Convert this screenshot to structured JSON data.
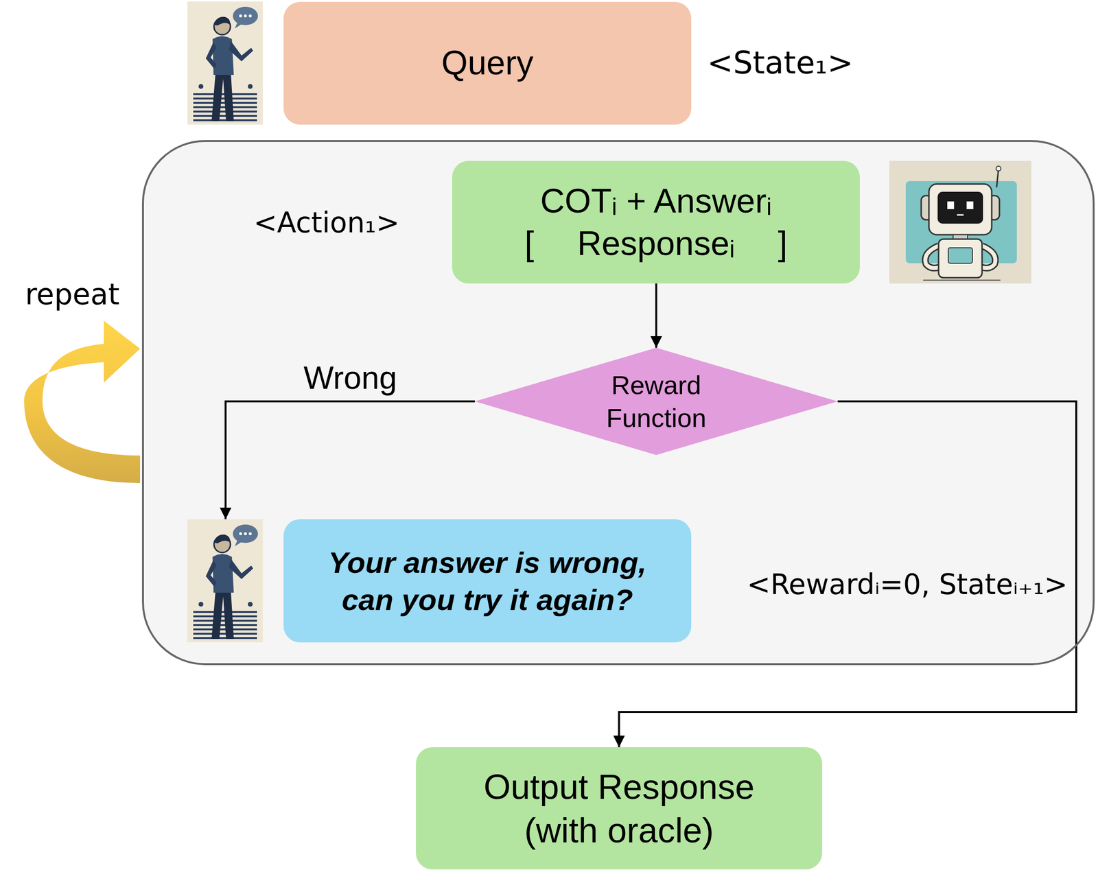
{
  "diagram": {
    "nodes": [
      {
        "text": [
          "Query"
        ]
      },
      {
        "text": [
          "<Action₁>",
          "<Rewardᵢ=0, Stateᵢ₊₁>"
        ]
      },
      {
        "text": [
          "COTᵢ + Answerᵢ",
          "[ Responseᵢ ]"
        ],
        "in": 1
      },
      {
        "text": [
          "Reward Function"
        ],
        "in": 1
      },
      {
        "text": [
          "Your answer is wrong, can you try it again?"
        ],
        "in": 1
      },
      {
        "text": [
          "Output Response (with oracle)"
        ]
      }
    ],
    "edges": [
      {
        "from": 2,
        "to": 3,
        "arrow": "to"
      },
      {
        "from": 3,
        "to": 4,
        "label": "Wrong",
        "arrow": "to"
      },
      {
        "from": 3,
        "to": 5,
        "arrow": "to"
      }
    ],
    "labels": [
      "<State₁>",
      "repeat"
    ]
  }
}
